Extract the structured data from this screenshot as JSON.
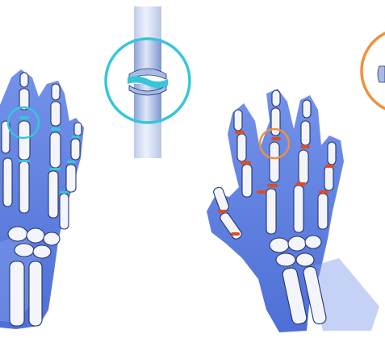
{
  "illustration": {
    "colors": {
      "background": "#ffffff",
      "wash_blue": "#3e66dc",
      "wash_blue_light": "#7f9be8",
      "bone": "#f3f5fb",
      "bone_outline": "#24346d",
      "healthy_joint_cyan": "#35c7d9",
      "inflamed_joint_orange": "#f0903a",
      "inflamed_joint_red": "#e04a24"
    },
    "panels": [
      {
        "name": "healthy-hand",
        "joint_state": "healthy"
      },
      {
        "name": "healthy-joint-magnified",
        "joint_state": "healthy"
      },
      {
        "name": "arthritic-hand",
        "joint_state": "inflamed"
      },
      {
        "name": "inflamed-joint-magnified",
        "joint_state": "inflamed"
      }
    ],
    "callout_icons": [
      "circle-highlight-icon",
      "circle-highlight-icon",
      "circle-highlight-icon",
      "circle-highlight-icon"
    ]
  }
}
